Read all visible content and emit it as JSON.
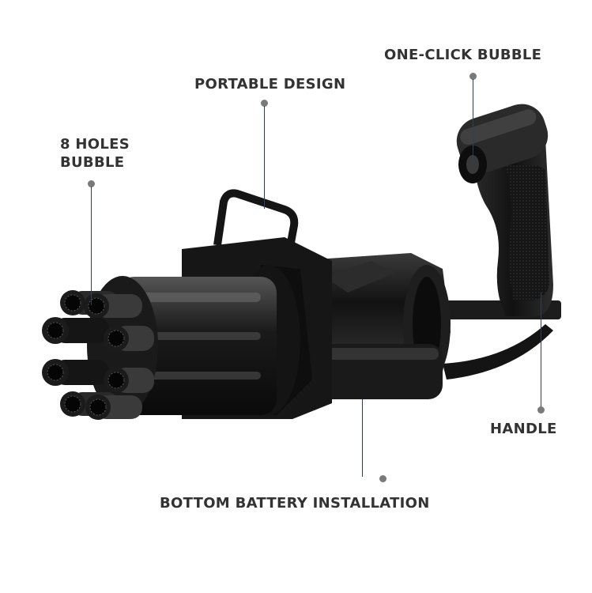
{
  "image": {
    "subject": "black gatling-style bubble gun toy",
    "background_color": "#ffffff",
    "product_color": "#1a1a1a",
    "label_color": "#333333",
    "leader_line_color": "#2f3f55",
    "dot_color": "#7a7a7a"
  },
  "callouts": [
    {
      "id": "holes",
      "lines": [
        "8 HOLES",
        "BUBBLE"
      ]
    },
    {
      "id": "portable",
      "lines": [
        "PORTABLE DESIGN"
      ]
    },
    {
      "id": "oneclick",
      "lines": [
        "ONE-CLICK BUBBLE"
      ]
    },
    {
      "id": "handle",
      "lines": [
        "HANDLE"
      ]
    },
    {
      "id": "battery",
      "lines": [
        "BOTTOM BATTERY INSTALLATION"
      ]
    }
  ]
}
